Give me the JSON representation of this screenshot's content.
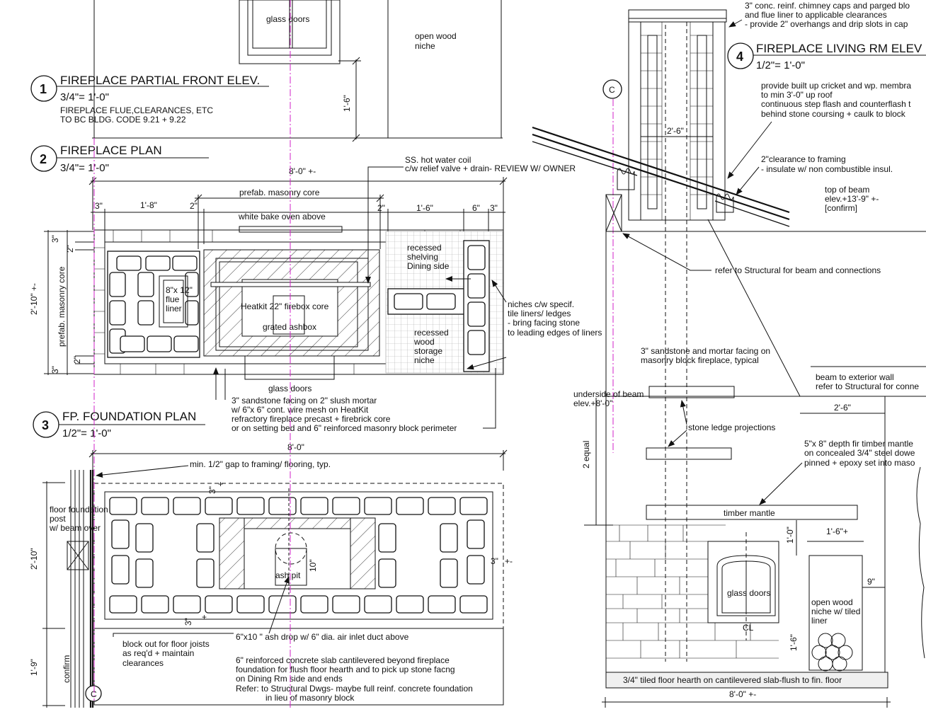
{
  "elev1": {
    "num": "1",
    "title": "FIREPLACE PARTIAL FRONT ELEV.",
    "scale": "3/4\"= 1'-0\"",
    "note1": "FIREPLACE FLUE,CLEARANCES, ETC",
    "note2": "TO BC BLDG. CODE 9.21 + 9.22",
    "glass_doors": "glass doors",
    "niche1": "open wood",
    "niche2": "niche",
    "dim": "1'-6\""
  },
  "plan2": {
    "num": "2",
    "title": "FIREPLACE PLAN",
    "scale": "3/4\"= 1'-0\"",
    "dim_overall": "8'-0\" +-",
    "dim_core": "prefab. masonry core",
    "d3a": "3\"",
    "d18": "1'-8\"",
    "d2a": "2\"",
    "d2b": "2\"",
    "d16": "1'-6\"",
    "d6": "6\"",
    "d3b": "3\"",
    "dim_vert": "2'-10\" +-",
    "dim_vert_core": "prefab. masonry core",
    "dv3a": "3\"",
    "dv2a": "2\"",
    "dv2b": "2\"",
    "dv3b": "3\"",
    "coil1": "SS. hot water coil",
    "coil2": "c/w relief valve + drain- REVIEW W/ OWNER",
    "bake_oven": "white bake oven above",
    "shelf1": "recessed",
    "shelf2": "shelving",
    "shelf3": "Dining side",
    "flue1": "8\"x 12\"",
    "flue2": "flue",
    "flue3": "liner",
    "firebox": "Heatkit 22\" firebox core",
    "ashbox": "grated ashbox",
    "storage1": "recessed",
    "storage2": "wood",
    "storage3": "storage",
    "storage4": "niche",
    "niches1": "niches c/w specif.",
    "niches2": "tile liners/ ledges",
    "niches3": "- bring facing stone",
    "niches4": "to leading edges of liners",
    "glass_doors": "glass doors",
    "facing1": "3\" sandstone facing on 2\" slush mortar",
    "facing2": "w/ 6\"x 6\" cont. wire mesh on HeatKit",
    "facing3": "refractory fireplace precast + firebrick core",
    "facing4": "or on setting bed and 6\" reinforced masonry block perimeter"
  },
  "fdn3": {
    "num": "3",
    "title": "FP. FOUNDATION PLAN",
    "scale": "1/2\"= 1'-0\"",
    "dim_overall": "8'-0\"",
    "gap": "min. 1/2\" gap to framing/ flooring, typ.",
    "post1": "floor foundation",
    "post2": "post",
    "post3": "w/ beam over",
    "dv210": "2'-10\"",
    "dv19": "1'-9\"",
    "confirm": "confirm",
    "d3a": "3\"",
    "d3b": "3\"",
    "d3c": "3\"",
    "plusa": "+",
    "plusb": "+",
    "plusc": "+-",
    "d10": "10\"",
    "ash_pit": "ash pit",
    "ashdrop": "6\"x10 \" ash drop w/ 6\" dia. air inlet duct  above",
    "block1": "block out for floor joists",
    "block2": "as req'd + maintain",
    "block3": "clearances",
    "slab1": "6\" reinforced concrete slab cantilevered beyond fireplace",
    "slab2": "foundation for flush floor hearth and to pick up  stone facng",
    "slab3": "on Dining Rm side and ends",
    "slab4": "Refer: to Structural Dwgs- maybe full reinf. concrete foundation",
    "slab5": "in lieu of masonry block",
    "c_mark": "C"
  },
  "elev4": {
    "num": "4",
    "title": "FIREPLACE LIVING RM ELEV",
    "scale": "1/2\"= 1'-0\"",
    "cap1": "3\" conc. reinf. chimney caps and parged blo",
    "cap2": "and flue liner  to applicable clearances",
    "cap3": "- provide 2\" overhangs and drip slots in cap",
    "cricket1": "provide built up cricket and wp. membra",
    "cricket2": "to min 3'-0\" up roof",
    "cricket3": "continuous step flash and counterflash t",
    "cricket4": "behind stone coursing + caulk to block",
    "clear1": "2\"clearance to framing",
    "clear2": "- insulate w/ non combustible insul.",
    "beamtop1": "top of beam",
    "beamtop2": "elev.+13'-9\" +-",
    "beamtop3": "[confirm]",
    "d26": "2'-6\"",
    "structural": "refer to Structural for beam and connections",
    "facing1": "3\" sandstone and mortar facing on",
    "facing2": "masonry block fireplace, typical",
    "extwall1": "beam to exterior wall",
    "extwall2": "refer to Structural for conne",
    "under1": "underside of beam",
    "under2": "elev.+8'-0\"",
    "d26b": "2'-6\"",
    "ledge": "stone ledge projections",
    "equal": "2 equal",
    "mantle1": "5\"x 8\" depth fir timber mantle",
    "mantle2": "on concealed 3/4\" steel dowe",
    "mantle3": "pinned + epoxy set into maso",
    "mantle": "timber mantle",
    "d10": "1'-0\"",
    "d16": "1'-6\"+",
    "d9": "9\"",
    "glass_doors": "glass doors",
    "niche1": "open wood",
    "niche2": "niche w/ tiled",
    "niche3": "liner",
    "d16v": "1'-6\"",
    "cl": "CL",
    "hearth": "3/4\" tiled  floor hearth on cantilevered slab-flush to fin. floor",
    "dim_overall": "8'-0\" +-",
    "c_mark": "C"
  }
}
